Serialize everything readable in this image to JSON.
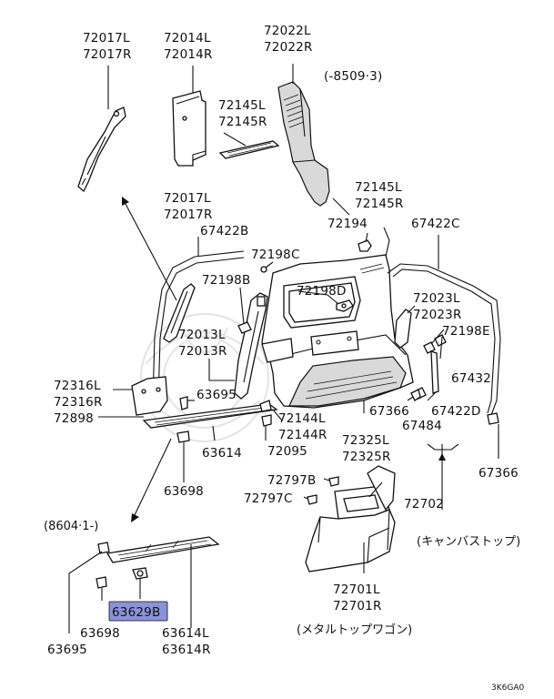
{
  "diagram": {
    "highlight_color": "#8a93d8",
    "labels": {
      "p72017L_top": "72017L",
      "p72017R_top": "72017R",
      "p72014L": "72014L",
      "p72014R": "72014R",
      "p72022L": "72022L",
      "p72022R": "72022R",
      "note_8509": "(-8509·3)",
      "p72145L_a": "72145L",
      "p72145R_a": "72145R",
      "p72145L_b": "72145L",
      "p72145R_b": "72145R",
      "p72017L_mid": "72017L",
      "p72017R_mid": "72017R",
      "p72194": "72194",
      "p67422C": "67422C",
      "p67422B": "67422B",
      "p72198C": "72198C",
      "p72198B": "72198B",
      "p72198D": "72198D",
      "p72023L": "72023L",
      "p72023R": "72023R",
      "p72198E": "72198E",
      "p72013L": "72013L",
      "p72013R": "72013R",
      "p67432": "67432",
      "p72316L": "72316L",
      "p72316R": "72316R",
      "p63695_mid": "63695",
      "p67366_mid": "67366",
      "p67422D": "67422D",
      "p72898": "72898",
      "p72144L": "72144L",
      "p72144R": "72144R",
      "p67484": "67484",
      "p72325L": "72325L",
      "p72325R": "72325R",
      "p63614": "63614",
      "p72095": "72095",
      "p67366_right": "67366",
      "p63698_mid": "63698",
      "p72797B": "72797B",
      "p72797C": "72797C",
      "p72702": "72702",
      "note_8604": "(8604·1-)",
      "note_canvas": "(キャンバストップ)",
      "p63629B": "63629B",
      "p63698_bot": "63698",
      "p63614L": "63614L",
      "p63614R": "63614R",
      "p72701L": "72701L",
      "p72701R": "72701R",
      "p63695_bot": "63695",
      "note_metal": "(メタルトップワゴン)",
      "diagram_code": "3K6GA0"
    }
  }
}
